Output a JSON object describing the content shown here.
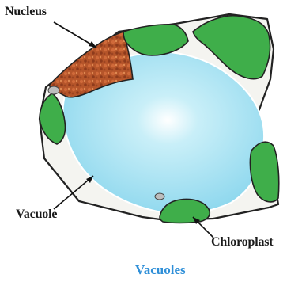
{
  "labels": {
    "nucleus": "Nucleus",
    "vacuole": "Vacuole",
    "chloroplast": "Chloroplast"
  },
  "caption": "Vacuoles",
  "colors": {
    "vacuole": "#9fe0f0",
    "chloroplast": "#3fae4a",
    "nucleus": "#b5552a",
    "cytoplasm": "#f4f4f0",
    "caption": "#2e8fd8"
  }
}
